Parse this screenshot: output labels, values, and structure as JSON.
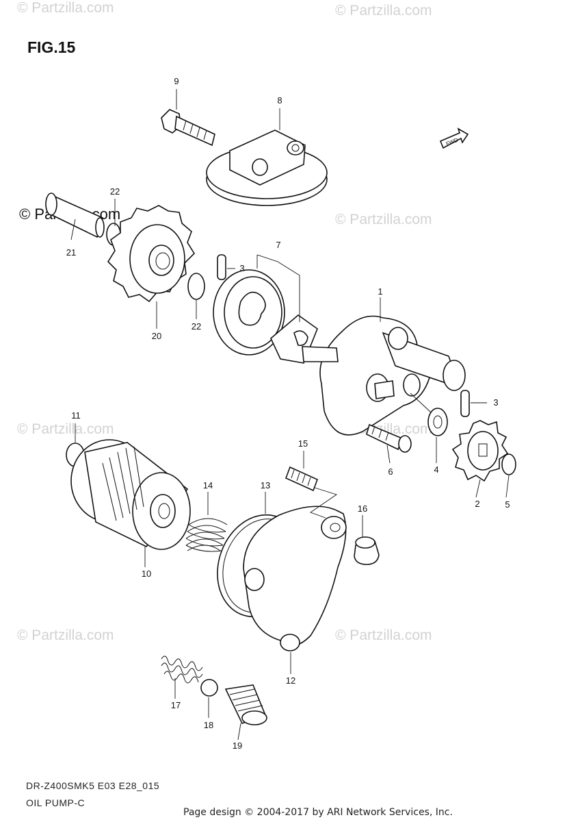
{
  "figure_title": "FIG.15",
  "watermark": "© Partzilla.com",
  "corner_watermark": "© Partzilla.com",
  "fwd_label": "FWD",
  "model_code": "DR-Z400SMK5 E03 E28_015",
  "section_title": "OIL PUMP-C",
  "footer": "Page design © 2004-2017 by ARI Network Services, Inc.",
  "callouts": [
    "1",
    "2",
    "3",
    "3",
    "4",
    "5",
    "6",
    "7",
    "8",
    "9",
    "10",
    "11",
    "12",
    "13",
    "14",
    "15",
    "16",
    "17",
    "18",
    "19",
    "20",
    "21",
    "22",
    "22"
  ]
}
